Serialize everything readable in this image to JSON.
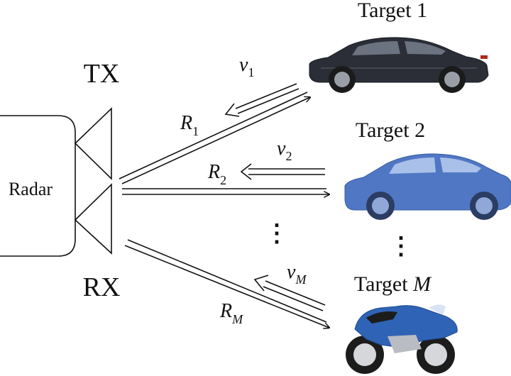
{
  "radar": {
    "label": "Radar",
    "tx_label": "TX",
    "rx_label": "RX"
  },
  "targets": [
    {
      "label": "Target 1",
      "velocity_symbol": "v",
      "velocity_sub": "1",
      "range_symbol": "R",
      "range_sub": "1",
      "kind": "car",
      "color": "#2b2e36"
    },
    {
      "label": "Target 2",
      "velocity_symbol": "v",
      "velocity_sub": "2",
      "range_symbol": "R",
      "range_sub": "2",
      "kind": "car",
      "color": "#4f77c4"
    },
    {
      "label_prefix": "Target ",
      "label_italic": "M",
      "velocity_symbol": "v",
      "velocity_sub": "M",
      "range_symbol": "R",
      "range_sub": "M",
      "kind": "motorcycle",
      "color": "#2f63b6"
    }
  ],
  "ellipsis": "⋮",
  "colors": {
    "line": "#111111",
    "car_dark": "#2b2e36",
    "car_blue": "#4f77c4",
    "bike_blue": "#2f63b6"
  }
}
